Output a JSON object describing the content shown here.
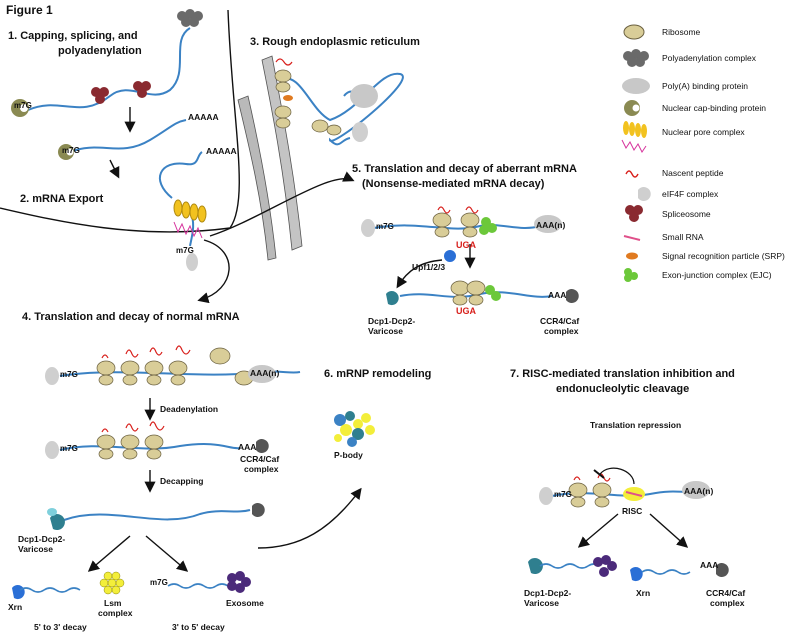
{
  "figure_title": "Figure 1",
  "sections": {
    "s1": "1. Capping, splicing, and",
    "s1b": "polyadenylation",
    "s2": "2. mRNA Export",
    "s3": "3. Rough endoplasmic reticulum",
    "s4": "4. Translation and decay of normal mRNA",
    "s5": "5. Translation and decay of aberrant mRNA",
    "s5b": "(Nonsense-mediated mRNA decay)",
    "s6": "6. mRNP remodeling",
    "s7": "7. RISC-mediated translation inhibition and",
    "s7b": "endonucleolytic cleavage"
  },
  "labels": {
    "cap": "m7G",
    "polyA": "AAAAA",
    "polyA2": "AAAAA",
    "aaan": "AAA(n)",
    "aaa": "AAA",
    "uga": "UGA",
    "upf": "Upf1/2/3",
    "deadenylation": "Deadenylation",
    "decapping": "Decapping",
    "ccr4_caf": "CCR4/Caf",
    "complex": "complex",
    "dcp": "Dcp1-Dcp2-",
    "varicose": "Varicose",
    "xrn": "Xrn",
    "lsm": "Lsm",
    "lsm_complex": "complex",
    "exosome": "Exosome",
    "decay53": "5' to 3' decay",
    "decay35": "3' to 5'  decay",
    "pbody": "P-body",
    "translation_repression": "Translation repression",
    "risc": "RISC"
  },
  "legend": [
    {
      "icon": "ribosome-icon",
      "label": "Ribosome"
    },
    {
      "icon": "polyadenylation-complex-icon",
      "label": "Polyadenylation complex"
    },
    {
      "icon": "polya-binding-protein-icon",
      "label": "Poly(A) binding protein"
    },
    {
      "icon": "cap-binding-protein-icon",
      "label": "Nuclear  cap-binding protein"
    },
    {
      "icon": "nuclear-pore-complex-icon",
      "label": "Nuclear pore complex"
    },
    {
      "icon": "nascent-peptide-icon",
      "label": "Nascent peptide"
    },
    {
      "icon": "eif4f-complex-icon",
      "label": "eIF4F complex"
    },
    {
      "icon": "spliceosome-icon",
      "label": "Spliceosome"
    },
    {
      "icon": "small-rna-icon",
      "label": "Small RNA"
    },
    {
      "icon": "srp-icon",
      "label": "Signal recognition particle (SRP)"
    },
    {
      "icon": "ejc-icon",
      "label": "Exon-junction complex (EJC)"
    }
  ],
  "colors": {
    "mrna": "#3b82c4",
    "ribosome": "#d9cd98",
    "peptide": "#d8201c",
    "spliceosome": "#8a2a30",
    "capbp": "#8a8a52",
    "polyA_complex": "#6a6a6a",
    "pabp": "#c8c8c8",
    "eif4f": "#cfcfcf",
    "dcp": "#2f7f8f",
    "xrn": "#2a6fd6",
    "lsm": "#f3ee3a",
    "exosome": "#4b2a7a",
    "ejc": "#6cc83a",
    "srp": "#e07a20",
    "pore": "#f2c21f",
    "smallrna": "#e0508a"
  }
}
